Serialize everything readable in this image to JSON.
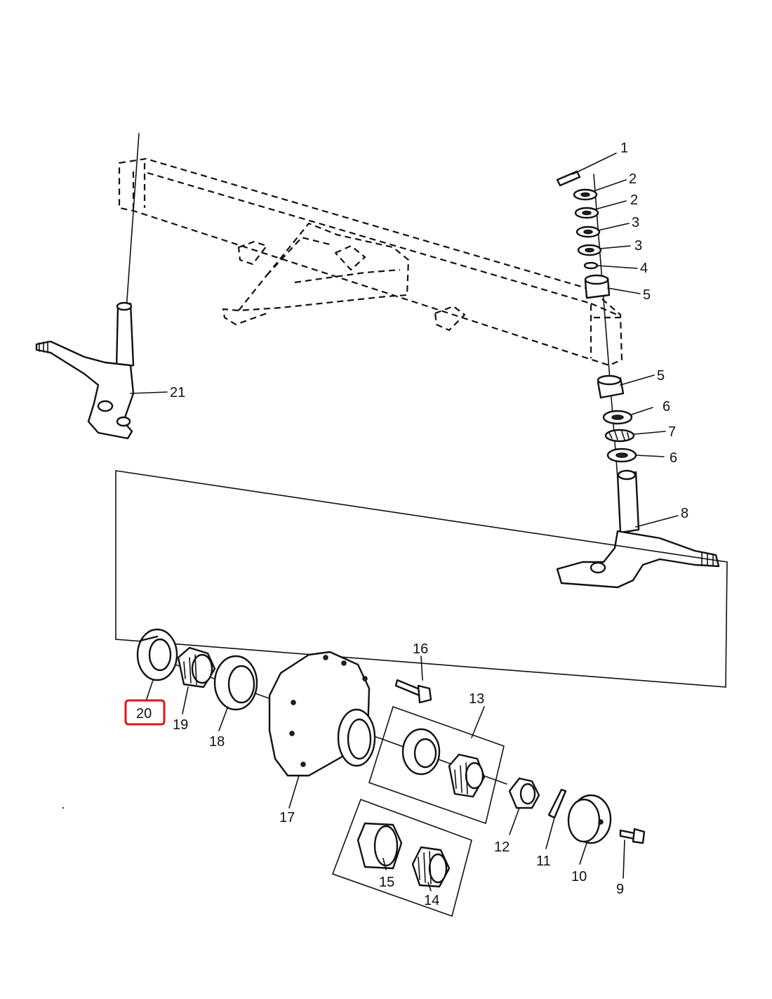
{
  "diagram": {
    "highlight_color": "#e0141e",
    "callouts": [
      {
        "id": "p1",
        "text": "1"
      },
      {
        "id": "p2a",
        "text": "2"
      },
      {
        "id": "p2b",
        "text": "2"
      },
      {
        "id": "p3a",
        "text": "3"
      },
      {
        "id": "p3b",
        "text": "3"
      },
      {
        "id": "p4",
        "text": "4"
      },
      {
        "id": "p5a",
        "text": "5"
      },
      {
        "id": "p5b",
        "text": "5"
      },
      {
        "id": "p6a",
        "text": "6"
      },
      {
        "id": "p7",
        "text": "7"
      },
      {
        "id": "p6b",
        "text": "6"
      },
      {
        "id": "p8",
        "text": "8"
      },
      {
        "id": "p21",
        "text": "21"
      },
      {
        "id": "p16",
        "text": "16"
      },
      {
        "id": "p13",
        "text": "13"
      },
      {
        "id": "p20",
        "text": "20",
        "highlighted": true
      },
      {
        "id": "p19",
        "text": "19"
      },
      {
        "id": "p18",
        "text": "18"
      },
      {
        "id": "p17",
        "text": "17"
      },
      {
        "id": "p12",
        "text": "12"
      },
      {
        "id": "p11",
        "text": "11"
      },
      {
        "id": "p10",
        "text": "10"
      },
      {
        "id": "p9",
        "text": "9"
      },
      {
        "id": "p15",
        "text": "15"
      },
      {
        "id": "p14",
        "text": "14"
      }
    ]
  }
}
